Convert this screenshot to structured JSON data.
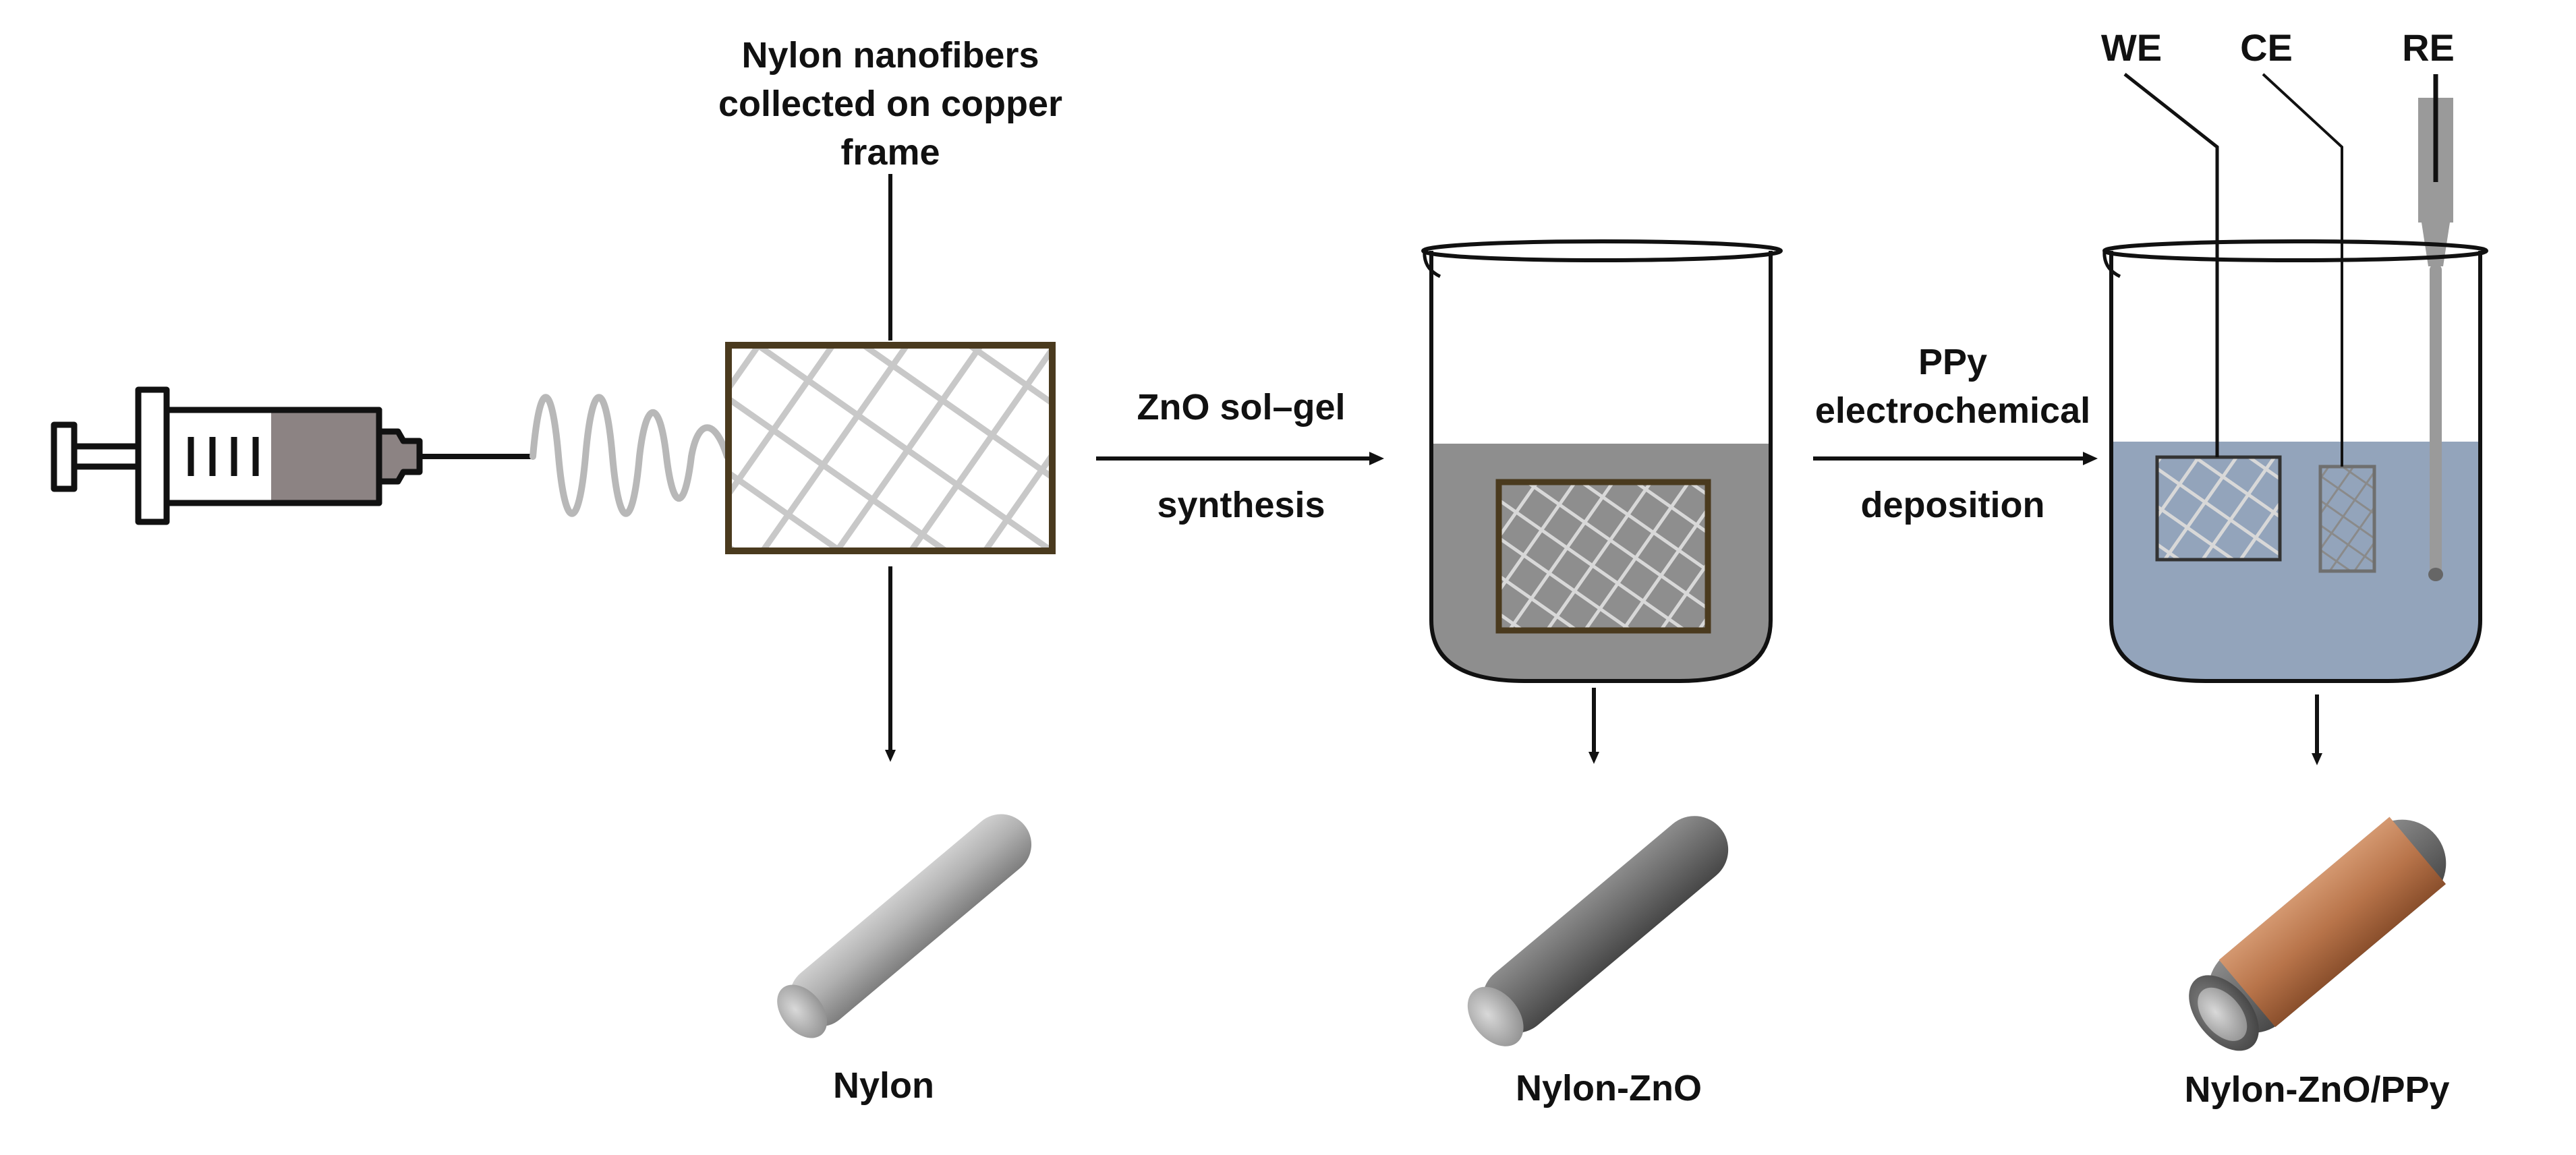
{
  "labels": {
    "collector_line1": "Nylon nanofibers",
    "collector_line2": "collected on copper",
    "collector_line3": "frame",
    "step1_line1": "ZnO sol–gel",
    "step1_line2": "synthesis",
    "step2_line1": "PPy",
    "step2_line2": "electrochemical",
    "step2_line3": "deposition",
    "electrode_we": "WE",
    "electrode_ce": "CE",
    "electrode_re": "RE",
    "product_nylon": "Nylon",
    "product_nylon_zno": "Nylon-ZnO",
    "product_nylon_zno_ppy": "Nylon-ZnO/PPy"
  },
  "colors": {
    "ink": "#111111",
    "frame_copper": "#4a3a1e",
    "mesh": "#c8c8c8",
    "zno_solution": "#8e8e8e",
    "ppy_solution": "#93a4bb",
    "nylon_fiber": "#a9a9a9",
    "zno_coat": "#6f6f6f",
    "ppy_coat": "#b8744a"
  }
}
